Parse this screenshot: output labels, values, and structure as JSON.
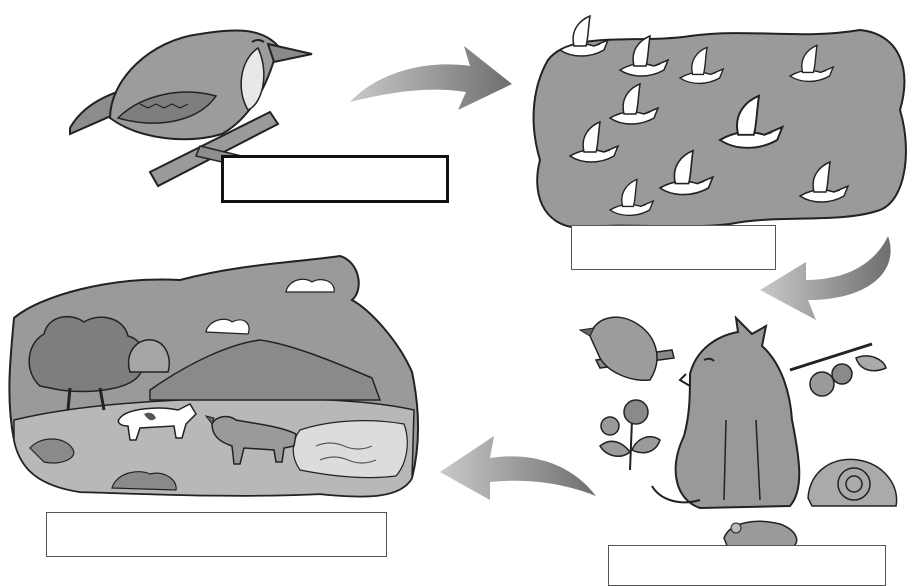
{
  "diagram": {
    "stages": [
      {
        "id": "organism",
        "icon": "bird-on-branch-icon",
        "label": ""
      },
      {
        "id": "population",
        "icon": "flock-of-birds-icon",
        "label": ""
      },
      {
        "id": "community",
        "icon": "animals-and-plants-icon",
        "label": ""
      },
      {
        "id": "ecosystem",
        "icon": "landscape-icon",
        "label": ""
      }
    ],
    "arrows": [
      "organism-to-population",
      "population-to-community",
      "community-to-ecosystem"
    ],
    "colors": {
      "arrow": "#8a8a8a",
      "panel": "#9a9a9a",
      "outline": "#222222"
    }
  }
}
